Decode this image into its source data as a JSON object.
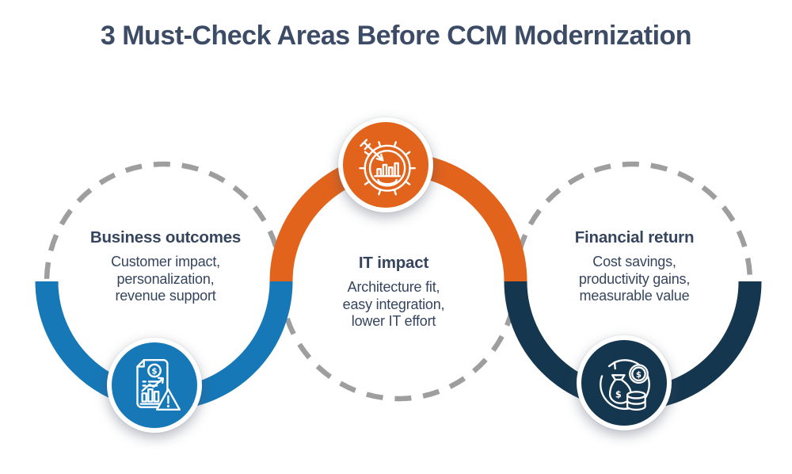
{
  "title": "3 Must-Check Areas Before CCM Modernization",
  "colors": {
    "blue": "#1778b8",
    "orange": "#e2631c",
    "navy": "#14374f",
    "dash": "#9e9e9e",
    "title_text": "#3d4c66",
    "body_text": "#36455e",
    "bg": "#ffffff"
  },
  "areas": [
    {
      "id": "business-outcomes",
      "heading": "Business outcomes",
      "lines": [
        "Customer impact,",
        "personalization,",
        "revenue support"
      ],
      "accent_color": "#1778b8",
      "icon": "financial-report-warning-icon",
      "solid_arc_half": "bottom",
      "badge_position": "bottom"
    },
    {
      "id": "it-impact",
      "heading": "IT impact",
      "lines": [
        "Architecture fit,",
        "easy integration,",
        "lower IT effort"
      ],
      "accent_color": "#e2631c",
      "icon": "gear-bar-chart-icon",
      "solid_arc_half": "top",
      "badge_position": "top"
    },
    {
      "id": "financial-return",
      "heading": "Financial return",
      "lines": [
        "Cost savings,",
        "productivity gains,",
        "measurable value"
      ],
      "accent_color": "#14374f",
      "icon": "money-growth-icon",
      "solid_arc_half": "bottom",
      "badge_position": "bottom"
    }
  ]
}
